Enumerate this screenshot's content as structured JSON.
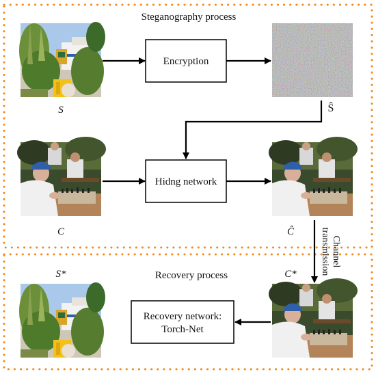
{
  "sections": {
    "steganography_title": "Steganography process",
    "recovery_title": "Recovery process"
  },
  "boxes": {
    "encryption": "Encryption",
    "hiding": "Hidng network",
    "recovery_line1": "Recovery network:",
    "recovery_line2": "Torch-Net"
  },
  "labels": {
    "s": "S",
    "s_hat": "Ŝ",
    "c": "C",
    "c_hat": "Ĉ",
    "s_star": "S*",
    "c_star": "C*",
    "channel_line1": "Channel",
    "channel_line2": "transmission"
  },
  "images": {
    "secret": "secret-image-garden",
    "noise": "encrypted-noise-image",
    "cover": "cover-image-chess-players",
    "stego": "stego-image-chess-players",
    "received": "received-stego-image",
    "recovered": "recovered-secret-image"
  },
  "colors": {
    "dotted_border": "#F08A1A",
    "arrow": "#000000"
  }
}
